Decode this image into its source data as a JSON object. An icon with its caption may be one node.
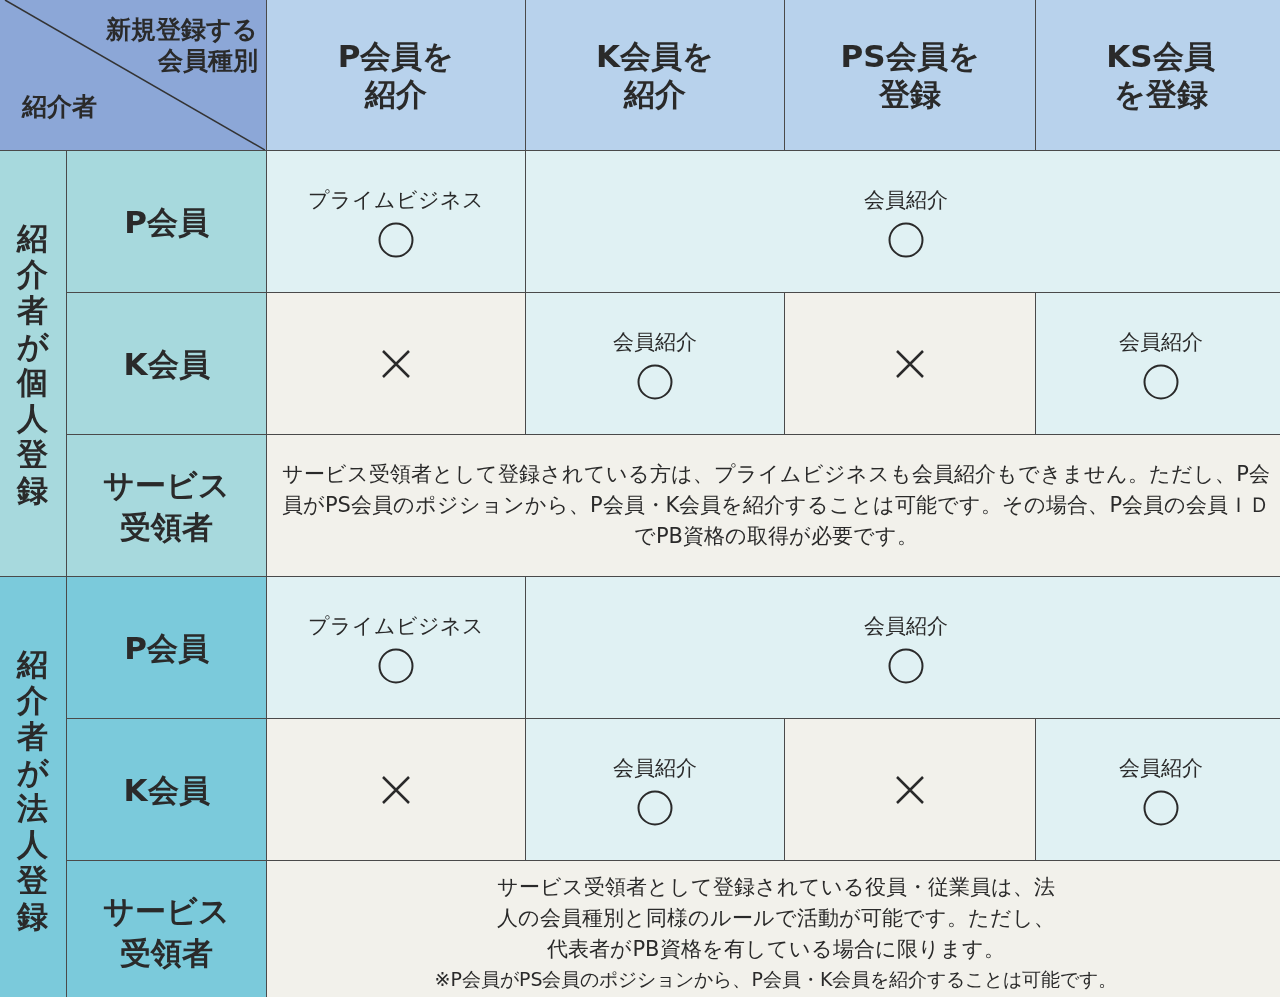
{
  "diagram": {
    "labels": [
      "新規登録する会員種別",
      "紹介者",
      "P会員を紹介",
      "K会員を紹介",
      "PS会員を登録",
      "KS会員を登録",
      "紹介者が個人登録",
      "P会員",
      "プライムビジネス",
      "会員紹介",
      "K会員",
      "会員紹介",
      "会員紹介",
      "サービス受領者",
      "サービス受領者として登録されている方は、プライムビジネスも会員紹介もできません。ただし、P会員がPS会員のポジションから、P会員・K会員を紹介することは可能です。その場合、P会員の会員ＩＤでPB資格の取得が必要です。",
      "紹介者が法人登録",
      "P会員",
      "プライムビジネス",
      "会員紹介",
      "K会員",
      "会員紹介",
      "会員紹介",
      "サービス受領者",
      "サービス受領者として登録されている役員・従業員は、法人の会員種別と同様のルールで活動が可能です。ただし、代表者がPB資格を有している場合に限ります。",
      "※P会員がPS会員のポジションから、P会員・K会員を紹介することは可能です。"
    ]
  }
}
